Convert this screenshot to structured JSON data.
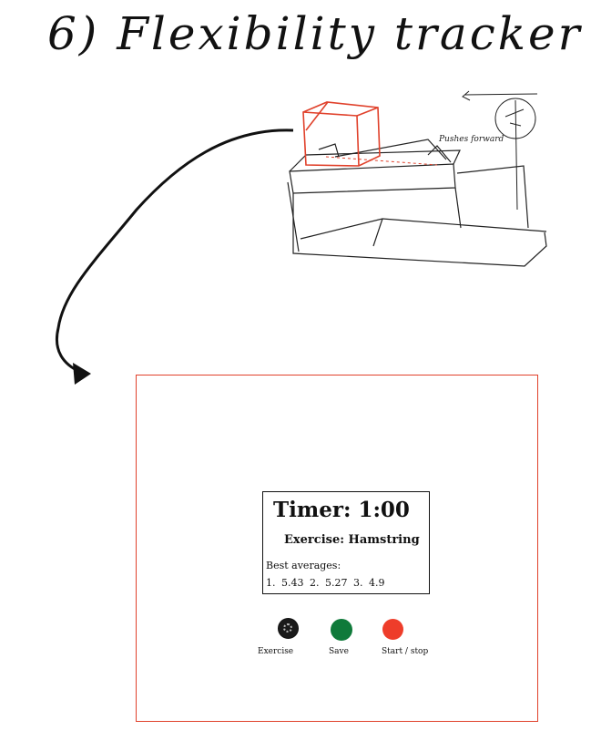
{
  "title": "6) Flexibility tracker",
  "sketch": {
    "annotation": "Pushes forward"
  },
  "device": {
    "screen": {
      "timer": "Timer: 1:00",
      "exercise": "Exercise: Hamstring",
      "best_label": "Best averages:",
      "best_values": "1. 5.43  2. 5.27  3. 4.9"
    },
    "buttons": [
      {
        "label": "Exercise",
        "color": "#1a1a1a"
      },
      {
        "label": "Save",
        "color": "#0f7a3a"
      },
      {
        "label": "Start / stop",
        "color": "#ee3d2a"
      }
    ],
    "frame_color": "#e0412b"
  }
}
